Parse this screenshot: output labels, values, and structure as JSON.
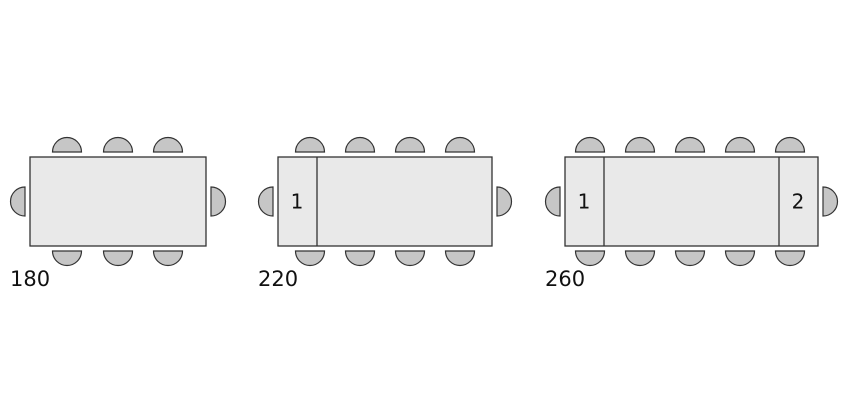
{
  "tables": [
    {
      "length_label": "180",
      "seats_per_long_side": 3,
      "extensions": []
    },
    {
      "length_label": "220",
      "seats_per_long_side": 4,
      "extensions": [
        {
          "label": "1",
          "side": "left"
        }
      ]
    },
    {
      "length_label": "260",
      "seats_per_long_side": 5,
      "extensions": [
        {
          "label": "1",
          "side": "left"
        },
        {
          "label": "2",
          "side": "right"
        }
      ]
    }
  ],
  "colors": {
    "table": "#e9e9e9",
    "chair": "#c6c6c6",
    "outline": "#333333"
  }
}
